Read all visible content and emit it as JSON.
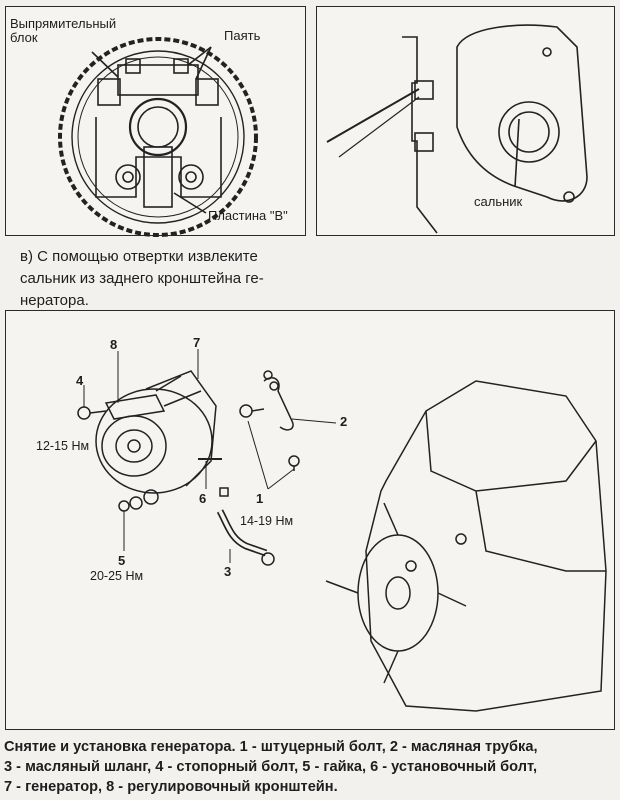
{
  "panel_a": {
    "label_rectifier": "Выпрямительный\nблок",
    "label_solder": "Паять",
    "label_plate": "Пластина \"В\""
  },
  "panel_b": {
    "label_seal": "сальник"
  },
  "instruction": "в) С помощью отвертки извлеките\nсальник из заднего кронштейна ге-\nнератора.",
  "diagram": {
    "callouts": {
      "n1": "1",
      "n2": "2",
      "n3": "3",
      "n4": "4",
      "n5": "5",
      "n6": "6",
      "n7": "7",
      "n8": "8"
    },
    "torques": {
      "bolt4": "12-15 Нм",
      "bolt1": "14-19 Нм",
      "nut5": "20-25 Нм"
    }
  },
  "caption": "Снятие и установка генератора. 1 - штуцерный болт, 2 - масляная трубка,\n3 - масляный шланг, 4 - стопорный болт, 5 - гайка, 6 - установочный болт,\n7 - генератор, 8 - регулировочный кронштейн."
}
